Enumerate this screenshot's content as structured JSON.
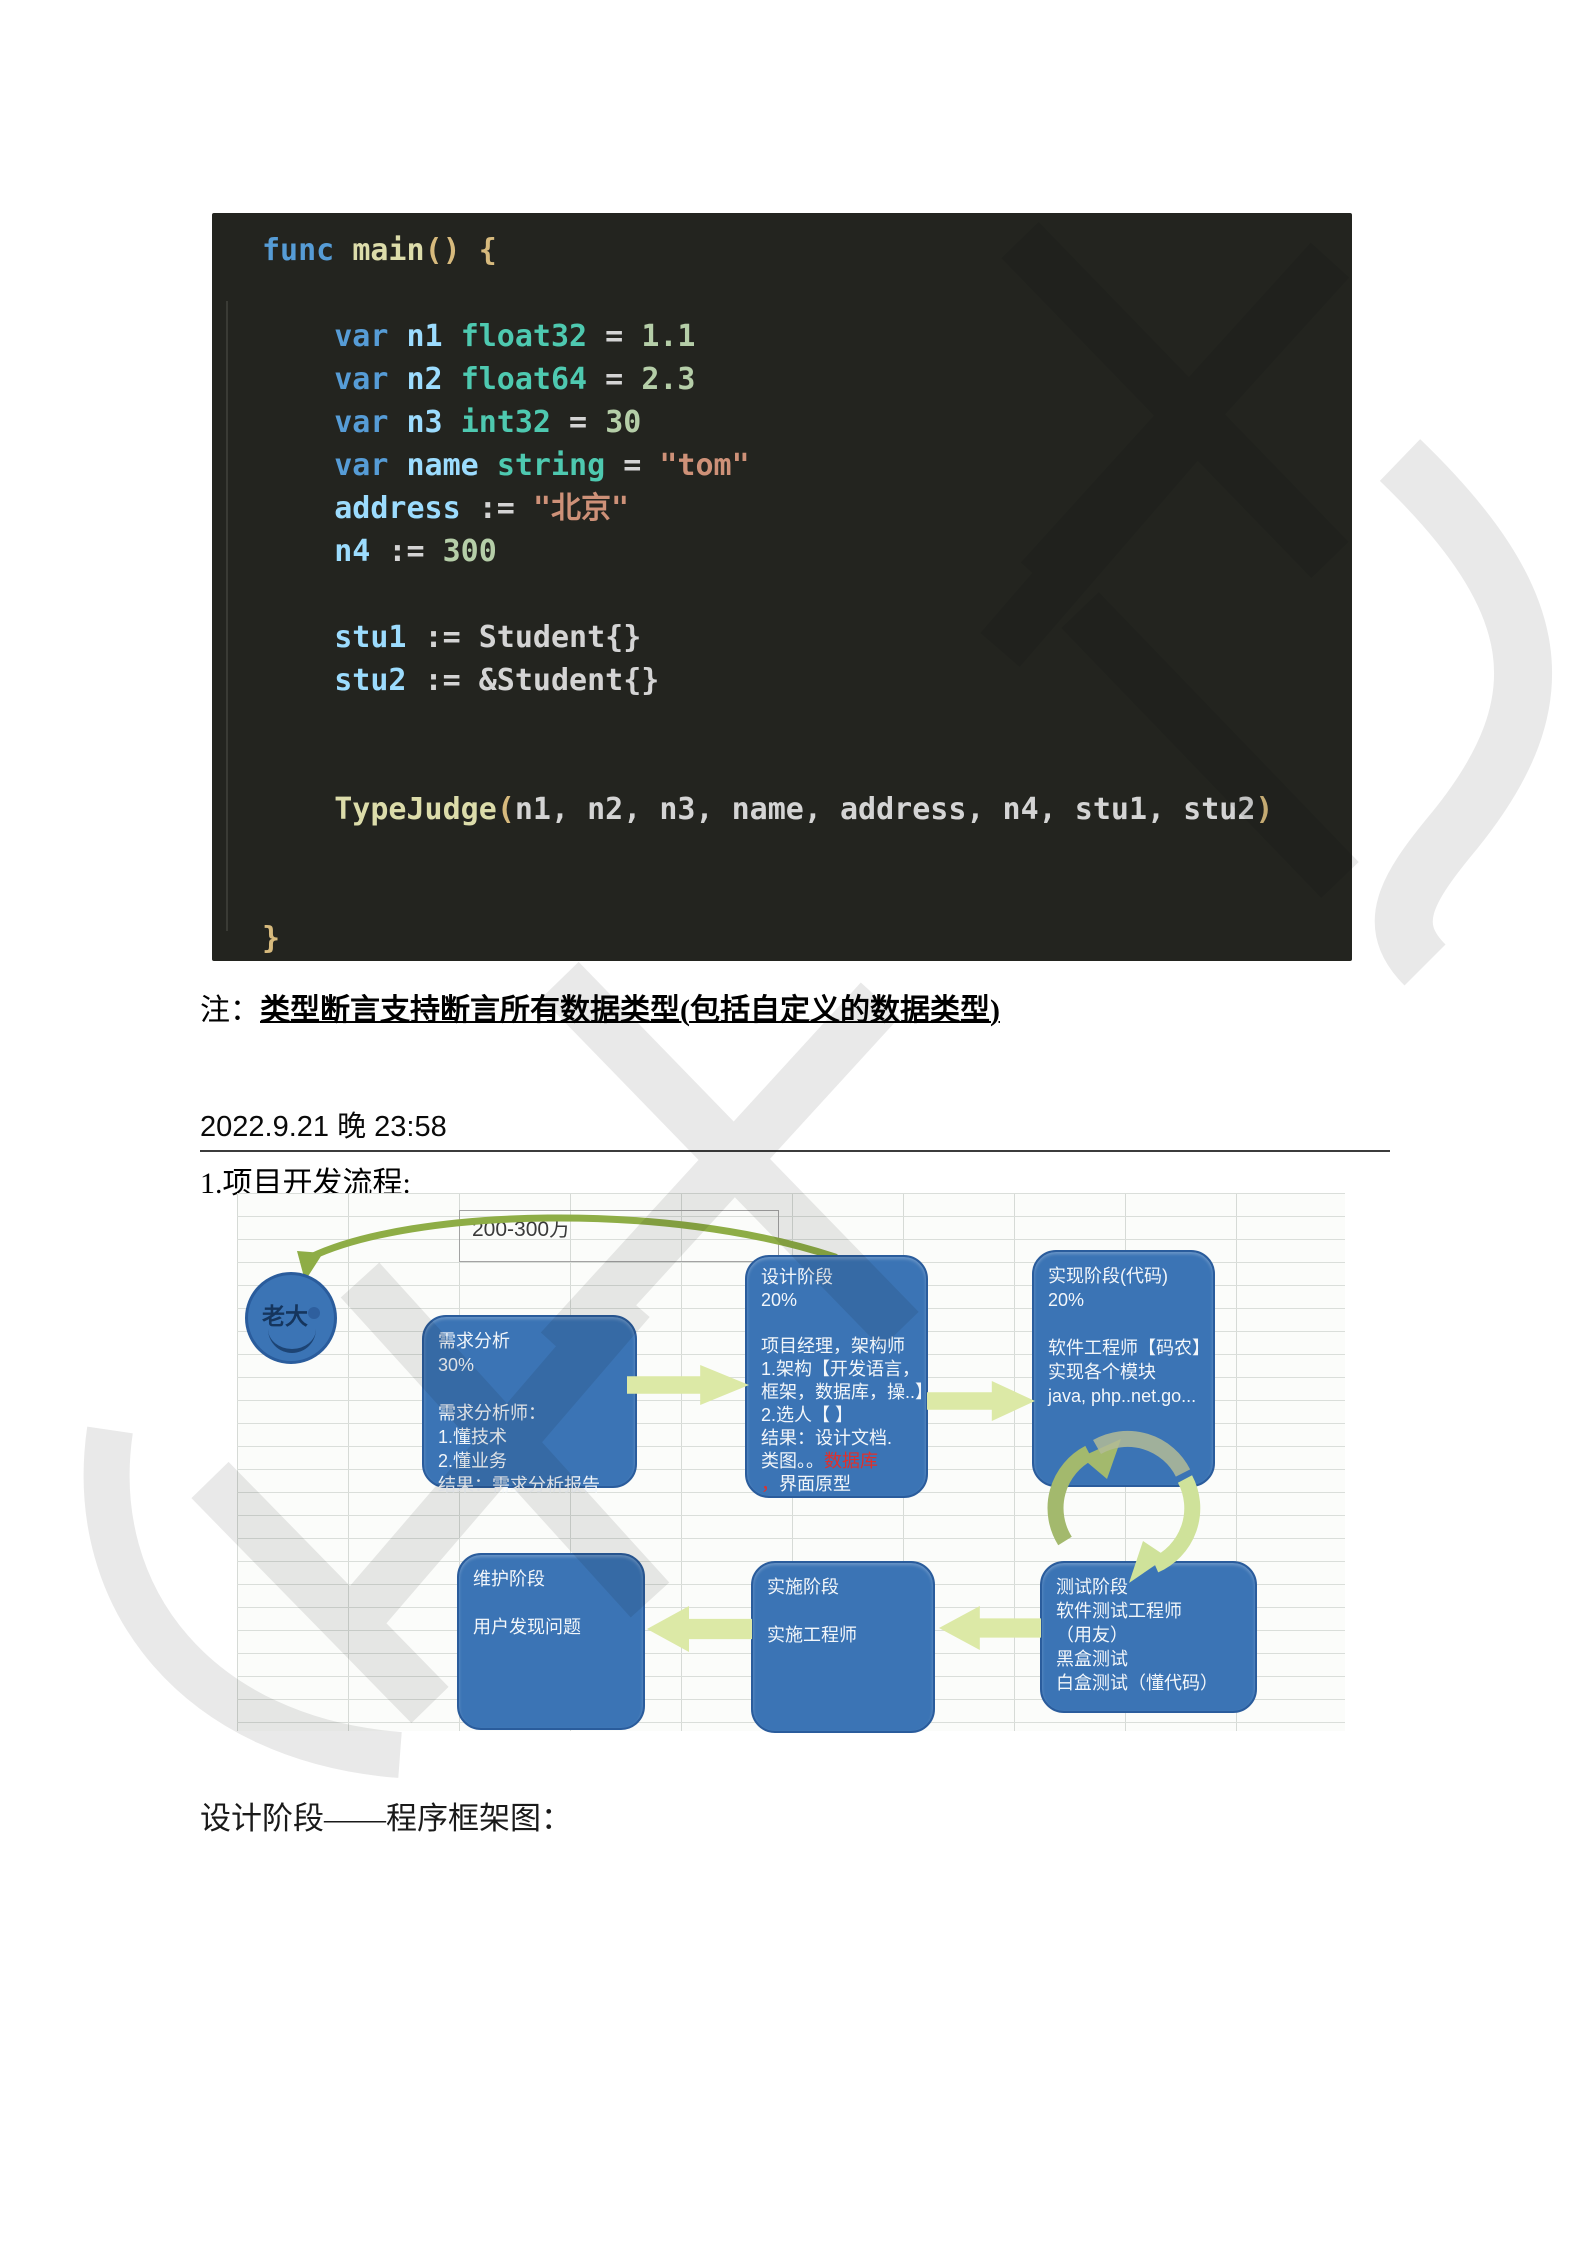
{
  "code": {
    "bg": "#23241f",
    "colors": {
      "kw": "#569cd6",
      "fn": "#dcdcaa",
      "id": "#9cdcfe",
      "ty": "#4ec9b0",
      "nu": "#b5cea8",
      "st": "#ce9178",
      "pl": "#d4d4d4",
      "br": "#d7ba7d"
    },
    "lines": [
      [
        {
          "c": "kw",
          "t": "func"
        },
        {
          "c": "pl",
          "t": " "
        },
        {
          "c": "fn",
          "t": "main"
        },
        {
          "c": "br",
          "t": "()"
        },
        {
          "c": "pl",
          "t": " "
        },
        {
          "c": "br",
          "t": "{"
        }
      ],
      [],
      [
        {
          "c": "kw",
          "t": "    var"
        },
        {
          "c": "pl",
          "t": " "
        },
        {
          "c": "id",
          "t": "n1"
        },
        {
          "c": "pl",
          "t": " "
        },
        {
          "c": "ty",
          "t": "float32"
        },
        {
          "c": "pl",
          "t": " = "
        },
        {
          "c": "nu",
          "t": "1.1"
        }
      ],
      [
        {
          "c": "kw",
          "t": "    var"
        },
        {
          "c": "pl",
          "t": " "
        },
        {
          "c": "id",
          "t": "n2"
        },
        {
          "c": "pl",
          "t": " "
        },
        {
          "c": "ty",
          "t": "float64"
        },
        {
          "c": "pl",
          "t": " = "
        },
        {
          "c": "nu",
          "t": "2.3"
        }
      ],
      [
        {
          "c": "kw",
          "t": "    var"
        },
        {
          "c": "pl",
          "t": " "
        },
        {
          "c": "id",
          "t": "n3"
        },
        {
          "c": "pl",
          "t": " "
        },
        {
          "c": "ty",
          "t": "int32"
        },
        {
          "c": "pl",
          "t": " = "
        },
        {
          "c": "nu",
          "t": "30"
        }
      ],
      [
        {
          "c": "kw",
          "t": "    var"
        },
        {
          "c": "pl",
          "t": " "
        },
        {
          "c": "id",
          "t": "name"
        },
        {
          "c": "pl",
          "t": " "
        },
        {
          "c": "ty",
          "t": "string"
        },
        {
          "c": "pl",
          "t": " = "
        },
        {
          "c": "st",
          "t": "\"tom\""
        }
      ],
      [
        {
          "c": "id",
          "t": "    address"
        },
        {
          "c": "pl",
          "t": " := "
        },
        {
          "c": "st",
          "t": "\"北京\""
        }
      ],
      [
        {
          "c": "id",
          "t": "    n4"
        },
        {
          "c": "pl",
          "t": " := "
        },
        {
          "c": "nu",
          "t": "300"
        }
      ],
      [],
      [
        {
          "c": "id",
          "t": "    stu1"
        },
        {
          "c": "pl",
          "t": " := Student{}"
        }
      ],
      [
        {
          "c": "id",
          "t": "    stu2"
        },
        {
          "c": "pl",
          "t": " := &Student{}"
        }
      ],
      [],
      [],
      [
        {
          "c": "fn",
          "t": "    TypeJudge"
        },
        {
          "c": "br",
          "t": "("
        },
        {
          "c": "pl",
          "t": "n1, n2, n3, name, address, n4, stu1, stu2"
        },
        {
          "c": "br",
          "t": ")"
        }
      ],
      [],
      [],
      [
        {
          "c": "br",
          "t": "}"
        }
      ]
    ]
  },
  "note": {
    "prefix": "注：",
    "text": "类型断言支持断言所有数据类型(包括自定义的数据类型)"
  },
  "date_line": "2022.9.21 晚 23:58",
  "section_heading": "1.项目开发流程:",
  "bottom_heading": "设计阶段——程序框架图：",
  "flowchart": {
    "label_200": "200-300万",
    "boss": {
      "label": "老大"
    },
    "colors": {
      "box_fill": "#3b74b5",
      "box_border": "#2a5c9c",
      "arrow_fill": "#dce9a6",
      "curve": "#8ead46",
      "cycle_dark": "#a3b96d",
      "cycle_light": "#cfe29a",
      "red_text": "#e0302a"
    },
    "boxes": {
      "xuqiu": {
        "lines": [
          "需求分析",
          "30%",
          "",
          "需求分析师：",
          "1.懂技术",
          "2.懂业务",
          "结果：需求分析报告"
        ]
      },
      "sheji": {
        "lines": [
          "设计阶段",
          "20%",
          "",
          "项目经理，架构师",
          "1.架构【开发语言，",
          "框架，数据库，操..】",
          "2.选人【 】",
          "结果：设计文档.",
          [
            {
              "t": "类图。。"
            },
            {
              "t": "数据库",
              "red": true
            }
          ],
          [
            {
              "t": "，",
              "red": true
            },
            {
              "t": "界面原型"
            }
          ]
        ]
      },
      "shixian": {
        "lines": [
          "实现阶段(代码)",
          "20%",
          "",
          "软件工程师【码农】",
          "实现各个模块",
          "java, php..net.go..."
        ]
      },
      "ceshi": {
        "lines": [
          "测试阶段",
          "软件测试工程师",
          "（用友）",
          "黑盒测试",
          "白盒测试（懂代码）"
        ]
      },
      "shishi": {
        "lines": [
          "实施阶段",
          "",
          "实施工程师"
        ]
      },
      "weihu": {
        "lines": [
          "维护阶段",
          "",
          "用户发现问题"
        ]
      }
    }
  }
}
